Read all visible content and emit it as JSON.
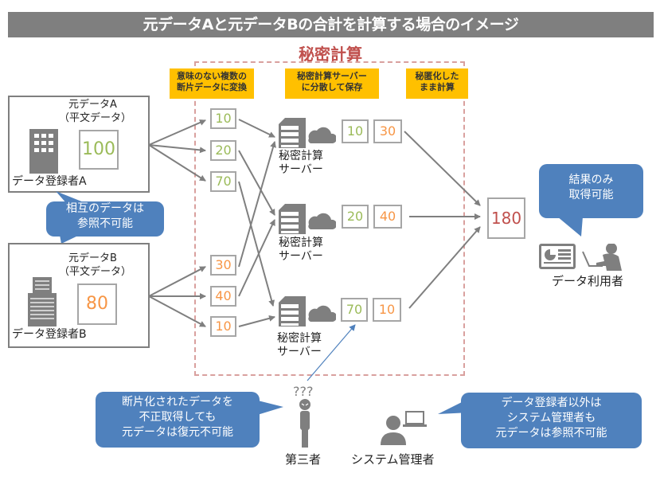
{
  "title": "元データAと元データBの合計を計算する場合のイメージ",
  "secure_computation_label": "秘密計算",
  "steps": [
    {
      "line1": "意味のない複数の",
      "line2": "断片データに変換"
    },
    {
      "line1": "秘密計算サーバー",
      "line2": "に分散して保存"
    },
    {
      "line1": "秘匿化した",
      "line2": "まま計算"
    }
  ],
  "registrant_a": {
    "data_title": "元データA",
    "data_subtitle": "（平文データ）",
    "value": "100",
    "name": "データ登録者A",
    "icon": "building-icon"
  },
  "registrant_b": {
    "data_title": "元データB",
    "data_subtitle": "（平文データ）",
    "value": "80",
    "name": "データ登録者B",
    "icon": "factory-icon"
  },
  "mutual_bubble": {
    "line1": "相互のデータは",
    "line2": "参照不可能"
  },
  "fragments_a": [
    "10",
    "20",
    "70"
  ],
  "fragments_b": [
    "30",
    "40",
    "10"
  ],
  "servers": [
    {
      "label1": "秘密計算",
      "label2": "サーバー",
      "share_a": "10",
      "share_b": "30"
    },
    {
      "label1": "秘密計算",
      "label2": "サーバー",
      "share_a": "20",
      "share_b": "40"
    },
    {
      "label1": "秘密計算",
      "label2": "サーバー",
      "share_a": "70",
      "share_b": "10"
    }
  ],
  "result": {
    "value": "180"
  },
  "result_bubble": {
    "line1": "結果のみ",
    "line2": "取得可能"
  },
  "data_user": {
    "name": "データ利用者"
  },
  "third_party": {
    "name": "第三者",
    "marks": "???"
  },
  "third_party_bubble": {
    "line1": "断片化されたデータを",
    "line2": "不正取得しても",
    "line3": "元データは復元不可能"
  },
  "admin": {
    "name": "システム管理者"
  },
  "admin_bubble": {
    "line1": "データ登録者以外は",
    "line2": "システム管理者も",
    "line3": "元データは参照不可能"
  },
  "colors": {
    "title_bar": "#7f7f7f",
    "step_label": "#ffc000",
    "secure_title": "#c0504d",
    "bubble": "#4f81bd",
    "value_a": "#9bbb59",
    "value_b": "#f79646",
    "result": "#c0504d"
  }
}
